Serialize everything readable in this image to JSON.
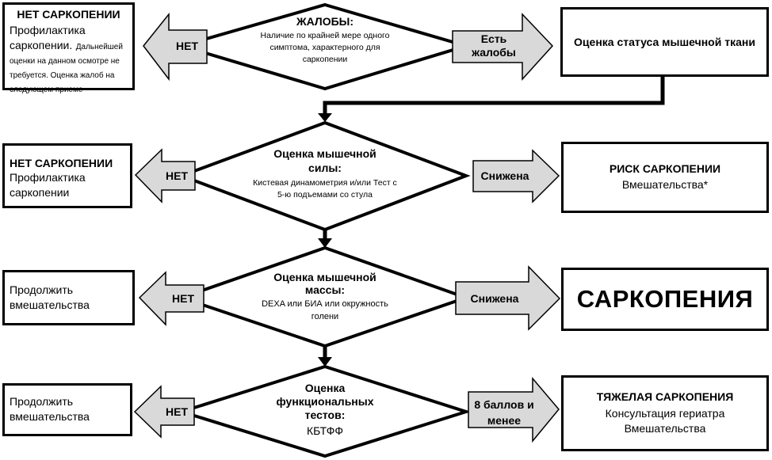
{
  "step1": {
    "left_box": {
      "title": "НЕТ САРКОПЕНИИ",
      "main": "Профилактика саркопении.",
      "note": "Дальнейшей оценки на данном осмотре не требуется. Оценка жалоб на следующем приеме"
    },
    "left_arrow": "НЕТ",
    "diamond": {
      "title": "ЖАЛОБЫ:",
      "text": "Наличие по крайней мере одного симптома, характерного для саркопении"
    },
    "right_arrow": "Есть жалобы",
    "right_box": "Оценка статуса мышечной ткани"
  },
  "step2": {
    "left_box": {
      "title": "НЕТ САРКОПЕНИИ",
      "text": "Профилактика саркопении"
    },
    "left_arrow": "НЕТ",
    "diamond": {
      "title": "Оценка мышечной силы:",
      "text": "Кистевая динамометрия и/или Тест с 5-ю подъемами со стула"
    },
    "right_arrow": "Снижена",
    "right_box": {
      "title": "РИСК САРКОПЕНИИ",
      "text": "Вмешательства*"
    }
  },
  "step3": {
    "left_box": "Продолжить вмешательства",
    "left_arrow": "НЕТ",
    "diamond": {
      "title": "Оценка мышечной массы:",
      "text": "DEXA или БИА или окружность голени"
    },
    "right_arrow": "Снижена",
    "right_box": "САРКОПЕНИЯ"
  },
  "step4": {
    "left_box": "Продолжить вмешательства",
    "left_arrow": "НЕТ",
    "diamond": {
      "title": "Оценка функциональных тестов:",
      "text": "КБТФФ"
    },
    "right_arrow": "8 баллов и менее",
    "right_box": {
      "title": "ТЯЖЕЛАЯ САРКОПЕНИЯ",
      "line1": "Консультация гериатра",
      "line2": "Вмешательства"
    }
  },
  "colors": {
    "arrow_fill": "#d9d9d9",
    "stroke": "#000000",
    "box_fill": "#ffffff"
  }
}
